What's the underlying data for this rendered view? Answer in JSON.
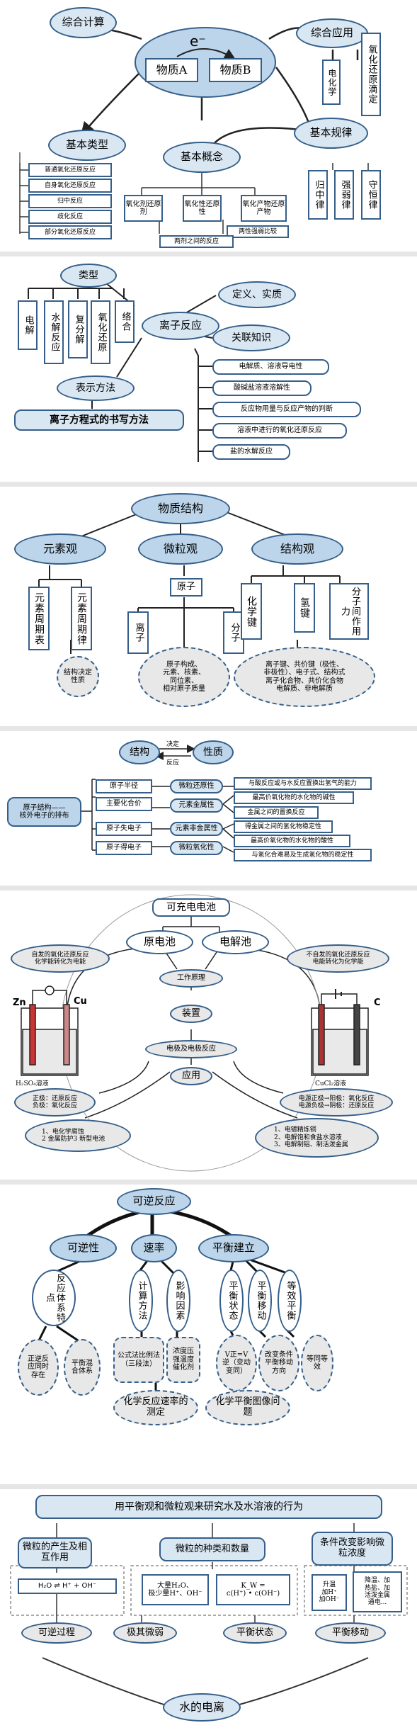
{
  "s1": {
    "center": "e⁻",
    "center_a": "物质A",
    "center_b": "物质B",
    "comp_calc": "综合计算",
    "comp_app": "综合应用",
    "echem": "电化学",
    "redox_titr": "氧化还原滴定",
    "basic_types": "基本类型",
    "basic_law": "基本规律",
    "basic_concept": "基本概念",
    "types": [
      "普通氧化还原反应",
      "自身氧化还原反应",
      "归中反应",
      "歧化反应",
      "部分氧化还原反应"
    ],
    "laws": [
      "归中律",
      "强弱律",
      "守恒律"
    ],
    "concepts": [
      "氧化剂还原剂",
      "氧化性还原性",
      "氧化产物还原产物"
    ],
    "compare": "两性强弱比较",
    "between": "两剂之间的反应"
  },
  "s2": {
    "type": "类型",
    "type_items": [
      "电解",
      "水解反应",
      "复分解",
      "氧化还原",
      "络合"
    ],
    "ion_reaction": "离子反应",
    "def": "定义、实质",
    "related": "关联知识",
    "repr": "表示方法",
    "eq_rule": "离子方程式的书写方法",
    "related_items": [
      "电解质、溶液导电性",
      "酸碱盐溶液溶解性",
      "反应物用量与反应产物的判断",
      "溶液中进行的氧化还原反应",
      "盐的水解反应"
    ]
  },
  "s3": {
    "title": "物质结构",
    "elem_view": "元素观",
    "micro_view": "微粒观",
    "struct_view": "结构观",
    "elem_items": [
      "元素周期表",
      "元素周期律"
    ],
    "struct_prop": "结构决定性质",
    "atom": "原子",
    "ion": "离子",
    "molecule": "分子",
    "atom_desc": [
      "原子构成、",
      "元素、核素、",
      "同位素、",
      "相对原子质量"
    ],
    "chem_bond": "化学键",
    "h_bond": "氢键",
    "inter_force": "分子间作用力",
    "bond_desc": [
      "离子键、共价键（极性、",
      "非极性）、电子式、结构式",
      "离子化合物、共价化合物",
      "电解质、非电解质"
    ]
  },
  "s4": {
    "struct": "结构",
    "prop": "性质",
    "decide": "决定",
    "reflect": "反应",
    "atom_struct": [
      "原子结构——",
      "核外电子的排布"
    ],
    "left": [
      "原子半径",
      "主要化合价",
      "原子失电子",
      "原子得电子"
    ],
    "mid": [
      "微粒还原性",
      "元素金属性",
      "元素非金属性",
      "微粒氧化性"
    ],
    "right": [
      "与酸反应或与水反应置换出氢气的能力",
      "最高价氧化物的水化物的碱性",
      "金属之间的置换反应",
      "得金属之间的氢化物稳定性",
      "最高价氧化物的水化物的酸性",
      "与氢化合难易及生成氢化物的稳定性"
    ]
  },
  "s5": {
    "rechargeable": "可充电电池",
    "primary": "原电池",
    "electrolytic": "电解池",
    "left_note": [
      "自发的氧化还原反应",
      "化学能转化为电能"
    ],
    "right_note": [
      "不自发的氧化还原反应",
      "电能转化为化学能"
    ],
    "principle": "工作原理",
    "device": "装置",
    "electrode": "电极及电极反应",
    "application": "应用",
    "zn": "Zn",
    "cu": "Cu",
    "c": "C",
    "left_solution": "H₂SO₄溶液",
    "right_solution": "CuCl₂溶液",
    "left_electrode": [
      "正极：还原反应",
      "负极：氧化反应"
    ],
    "right_electrode": [
      "电源正极→阳极：氧化反应",
      "电源负极→阴极：还原反应"
    ],
    "left_app": [
      "1、电化学腐蚀",
      "2 金属防护3 新型电池"
    ],
    "right_app": [
      "1、电镀精炼铜",
      "2、电解饱和食盐水溶液",
      "3、电解制铝、制活泼金属"
    ]
  },
  "s6": {
    "title": "可逆反应",
    "reversibility": "可逆性",
    "rate": "速率",
    "equilibrium": "平衡建立",
    "sys_feature": "反应体系特点",
    "calc": "计算方法",
    "factors": "影响因素",
    "eq_state": "平衡状态",
    "eq_shift": "平衡移动",
    "equiv": "等效平衡",
    "coexist": "正逆反应同时存在",
    "eq_mix": "平衡混合体系",
    "formula": "公式法比例法（三段法）",
    "conc": "浓度压强温度催化剂",
    "v_eq": "V正=V逆（变动变同）",
    "cond_change": "改变条件平衡移动方向",
    "equal": "等同等效",
    "rate_measure": "化学反应速率的测定",
    "eq_graph": "化学平衡图像问题"
  },
  "s7": {
    "title": "用平衡观和微粒观来研究水及水溶液的行为",
    "left": "微粒的产生及相互作用",
    "mid": "微粒的种类和数量",
    "right": "条件改变影响微粒浓度",
    "eq1": "H₂O ⇌ H⁺ + OH⁻",
    "mid_note": [
      "大量H₂O、",
      "极少量H⁺、OH⁻"
    ],
    "kw": "K_W =",
    "kw_expr": "c(H⁺) • c(OH⁻)",
    "r1": [
      "升温",
      "加H⁺",
      "加OH⁻"
    ],
    "r2": [
      "降温、加",
      "热盐、加",
      "活泼金属",
      "通电..."
    ],
    "rev": "可逆过程",
    "weak": "极其微弱",
    "state": "平衡状态",
    "shift": "平衡移动",
    "bottom": "水的电离"
  }
}
